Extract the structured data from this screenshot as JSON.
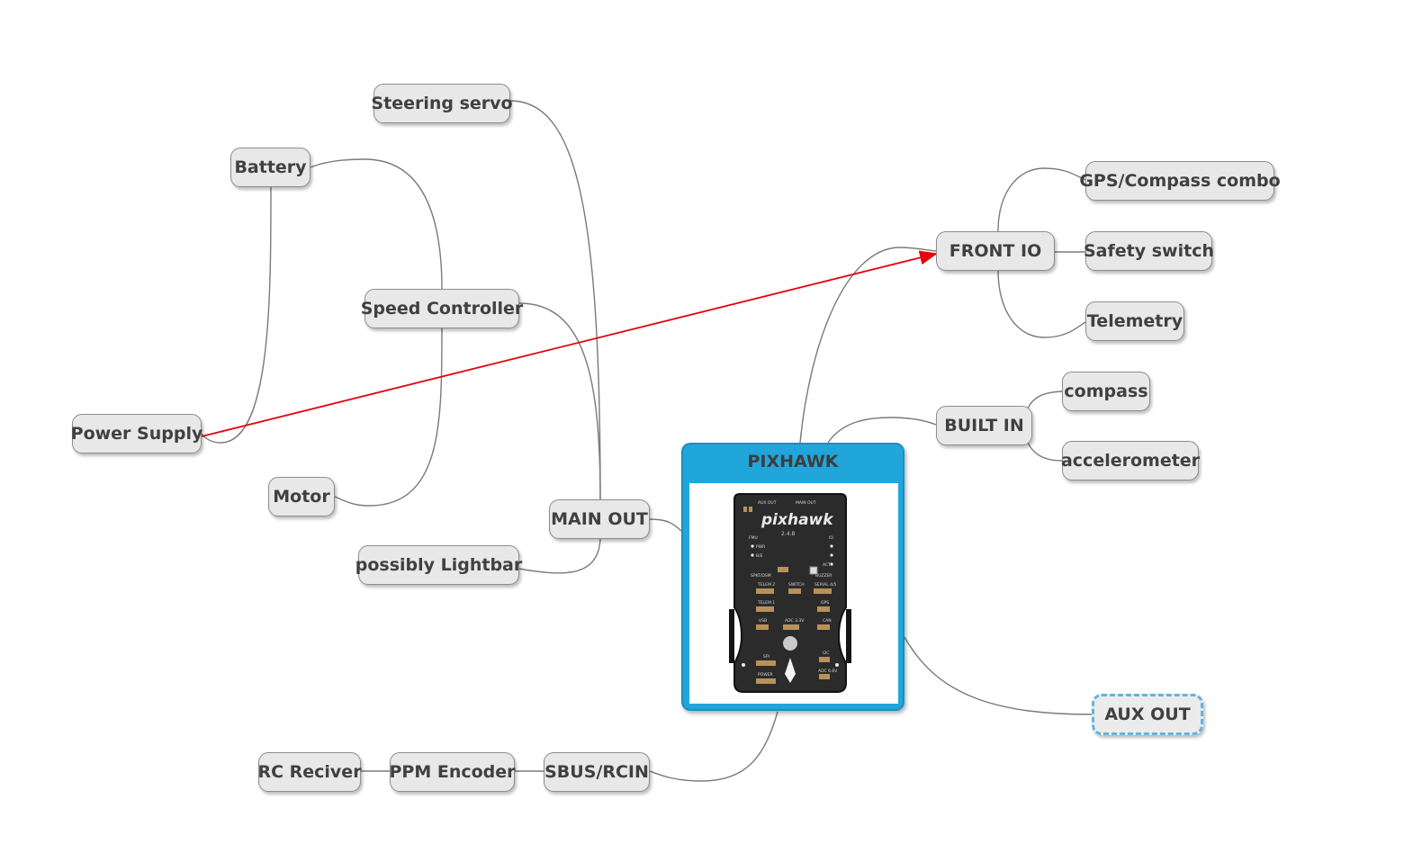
{
  "colors": {
    "link": "#7a7a7a",
    "arrow": "#e8000b",
    "center_fill": "#21a6dc",
    "node_fill": "#e8e8e8",
    "aux_out_border": "#5fb6e0"
  },
  "center": {
    "title": "PIXHAWK",
    "image": {
      "brand": "pixhawk",
      "version": "2.4.8",
      "labels": [
        "AUX OUT",
        "MAIN OUT",
        "FMU",
        "PWR",
        "B/E",
        "IO",
        "ACT",
        "SPKT/DSM",
        "SWITCH",
        "BUZZER",
        "TELEM 2",
        "SERIAL 4/5",
        "TELEM 1",
        "GPS",
        "USB",
        "ADC 3.3V",
        "CAN",
        "SPI",
        "I2C",
        "POWER",
        "ADC 6.6V"
      ]
    }
  },
  "nodes": {
    "steering_servo": "Steering servo",
    "battery": "Battery",
    "speed_controller": "Speed Controller",
    "power_supply": "Power Supply",
    "motor": "Motor",
    "main_out": "MAIN OUT",
    "possibly_lightbar": "possibly Lightbar",
    "front_io": "FRONT IO",
    "gps_compass": "GPS/Compass combo",
    "safety_switch": "Safety switch",
    "telemetry": "Telemetry",
    "built_in": "BUILT IN",
    "compass": "compass",
    "accelerometer": "accelerometer",
    "aux_out": "AUX OUT",
    "rc_reciver": "RC Reciver",
    "ppm_encoder": "PPM Encoder",
    "sbus_rcin": "SBUS/RCIN"
  },
  "connections": [
    [
      "pixhawk",
      "main_out"
    ],
    [
      "main_out",
      "steering_servo"
    ],
    [
      "main_out",
      "speed_controller"
    ],
    [
      "main_out",
      "possibly_lightbar"
    ],
    [
      "speed_controller",
      "battery"
    ],
    [
      "speed_controller",
      "motor"
    ],
    [
      "battery",
      "power_supply"
    ],
    [
      "pixhawk",
      "front_io"
    ],
    [
      "front_io",
      "gps_compass"
    ],
    [
      "front_io",
      "safety_switch"
    ],
    [
      "front_io",
      "telemetry"
    ],
    [
      "pixhawk",
      "built_in"
    ],
    [
      "built_in",
      "compass"
    ],
    [
      "built_in",
      "accelerometer"
    ],
    [
      "pixhawk",
      "aux_out"
    ],
    [
      "pixhawk",
      "sbus_rcin"
    ],
    [
      "sbus_rcin",
      "ppm_encoder"
    ],
    [
      "ppm_encoder",
      "rc_reciver"
    ]
  ],
  "relationship": {
    "from": "power_supply",
    "to": "front_io",
    "style": "red arrow"
  }
}
